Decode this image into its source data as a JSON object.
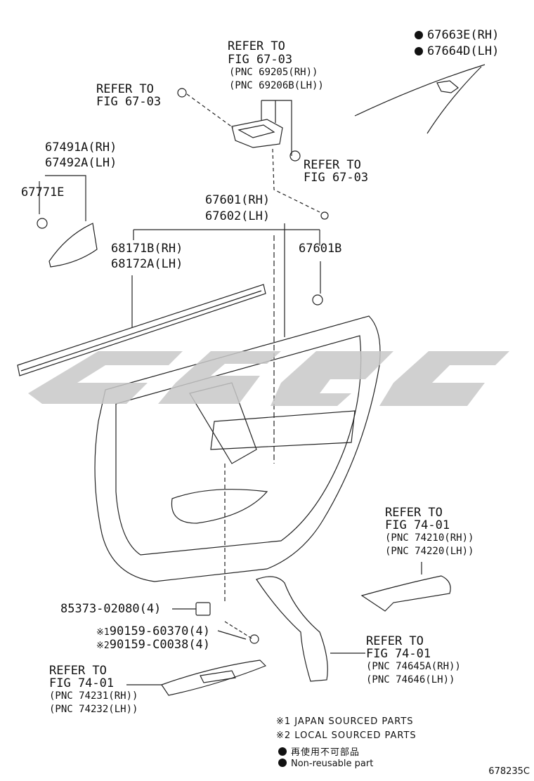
{
  "labels": {
    "refer_top_center": [
      "REFER TO",
      "FIG 67-03"
    ],
    "pnc_top_center": [
      "(PNC 69205(RH))",
      "(PNC 69206B(LH))"
    ],
    "refer_top_left": [
      "REFER TO",
      "FIG 67-03"
    ],
    "refer_mid_right": [
      "REFER TO",
      "FIG 67-03"
    ],
    "part_67663": "67663E(RH)",
    "part_67664": "67664D(LH)",
    "part_67491": "67491A(RH)",
    "part_67492": "67492A(LH)",
    "part_67771": "67771E",
    "part_67601": "67601(RH)",
    "part_67602": "67602(LH)",
    "part_68171": "68171B(RH)",
    "part_68172": "68172A(LH)",
    "part_67601b": "67601B",
    "refer_right_lower": [
      "REFER TO",
      "FIG 74-01"
    ],
    "pnc_right_lower": [
      "(PNC 74210(RH))",
      "(PNC 74220(LH))"
    ],
    "part_85373": "85373-02080(4)",
    "part_90159_1": "90159-60370(4)",
    "part_90159_2": "90159-C0038(4)",
    "mark_1": "※1",
    "mark_2": "※2",
    "refer_bottom_right": [
      "REFER TO",
      "FIG 74-01"
    ],
    "pnc_bottom_right": [
      "(PNC 74645A(RH))",
      "(PNC 74646(LH))"
    ],
    "refer_bottom_left": [
      "REFER TO",
      "FIG 74-01"
    ],
    "pnc_bottom_left": [
      "(PNC 74231(RH))",
      "(PNC 74232(LH))"
    ]
  },
  "notes": {
    "note1": "※1 JAPAN SOURCED PARTS",
    "note2": "※2 LOCAL SOURCED PARTS",
    "note3": "再使用不可部品",
    "note4": "Non-reusable part"
  },
  "figure_code": "678235C",
  "colors": {
    "ink": "#111111",
    "watermark": "#c8c8c8"
  }
}
